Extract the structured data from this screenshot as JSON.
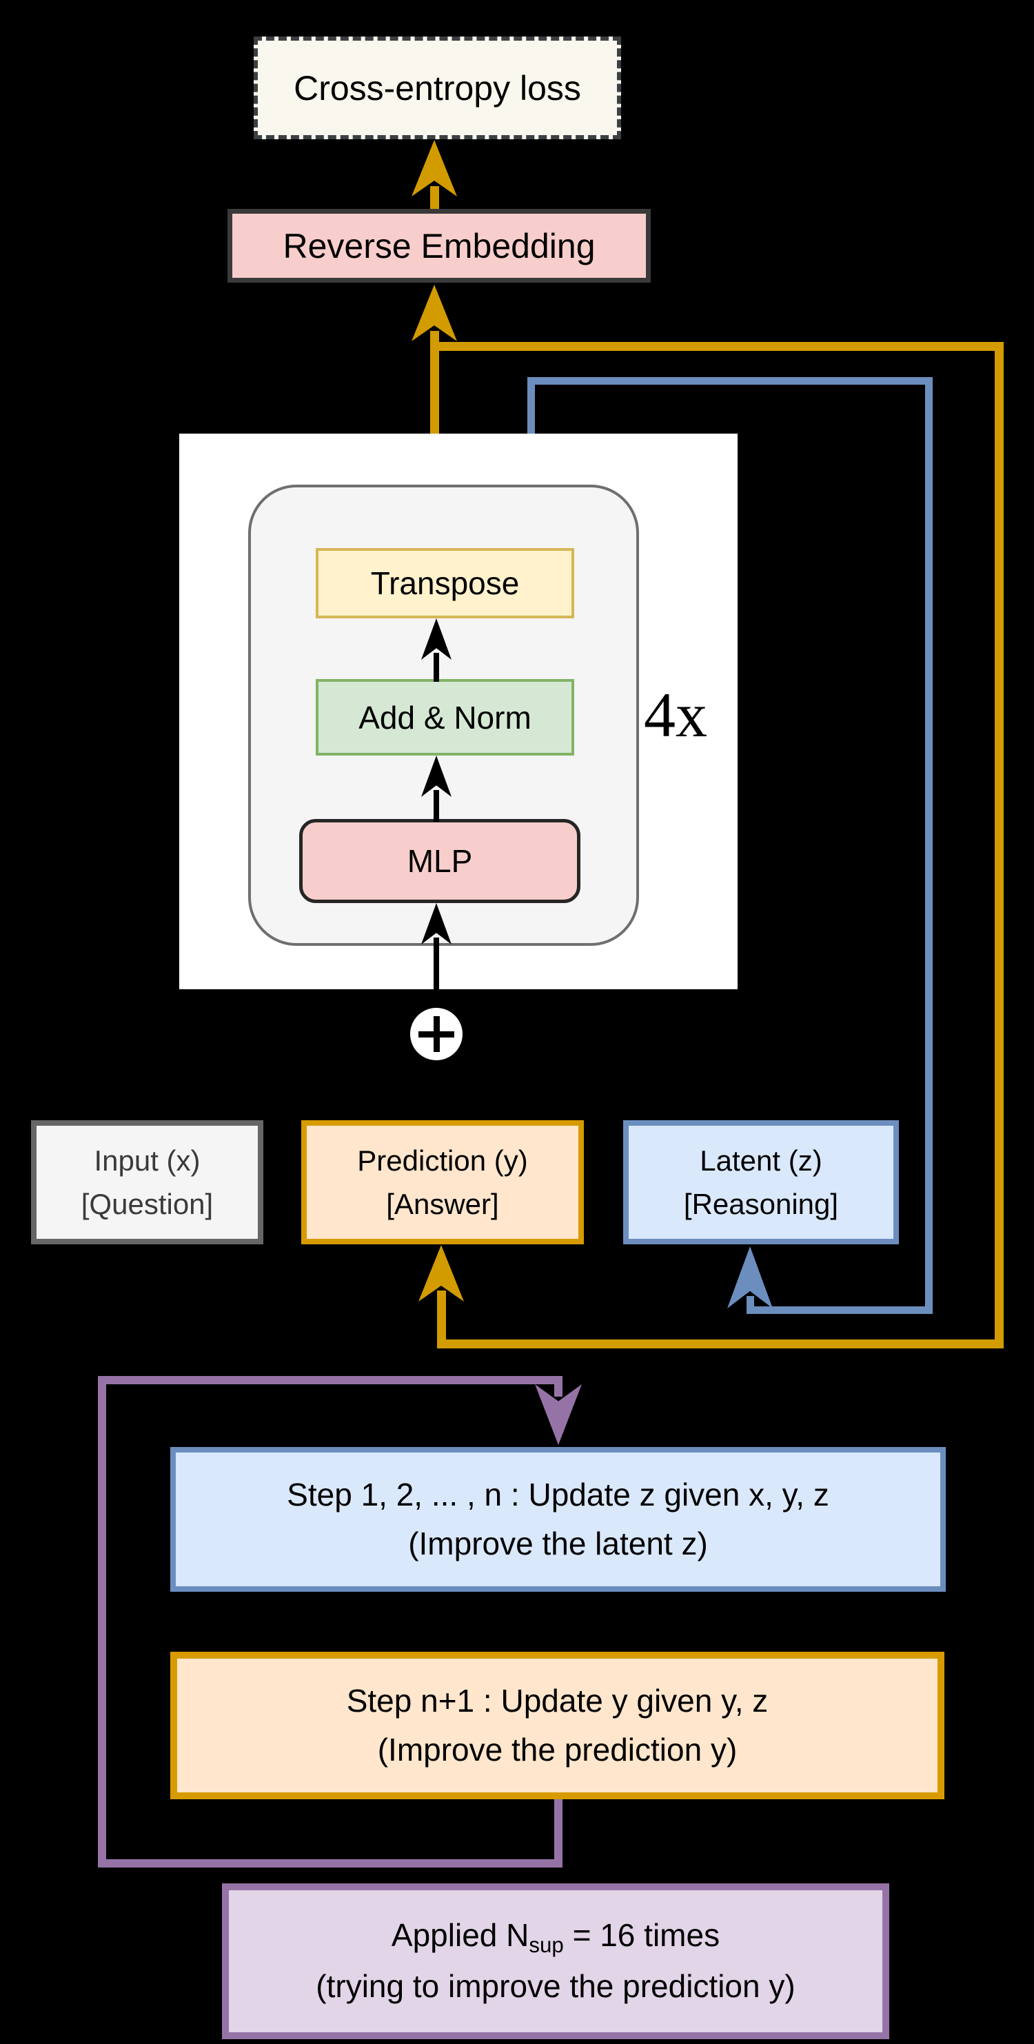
{
  "colors": {
    "gold": "#D29B00",
    "gold-border": "#D79B00",
    "blue": "#6C8EBF",
    "purple": "#9673A6",
    "blue-fill": "#DAE8FC",
    "orange-fill": "#FFE6CC",
    "purple-fill": "#E1D5E7",
    "pink-fill": "#F8CECC",
    "yellow-fill": "#FFF2CC",
    "green-fill": "#D5E8D4",
    "green-border": "#82B366",
    "yellow-border": "#D6B656",
    "gray-fill": "#F5F5F5",
    "gray-border": "#666666",
    "cream": "#F9F7EE",
    "dark": "#3A3A3A"
  },
  "loss_box": {
    "label": "Cross-entropy loss"
  },
  "reverse_embedding": {
    "label": "Reverse Embedding"
  },
  "core_block": {
    "transpose": "Transpose",
    "add_norm": "Add & Norm",
    "mlp": "MLP",
    "repeat_label": "4x"
  },
  "state_boxes": [
    {
      "line1": "Input (x)",
      "line2": "[Question]"
    },
    {
      "line1": "Prediction (y)",
      "line2": "[Answer]"
    },
    {
      "line1": "Latent (z)",
      "line2": "[Reasoning]"
    }
  ],
  "step_boxes": [
    {
      "line1": "Step 1, 2, ... , n : Update z given x, y, z",
      "line2": "(Improve the latent z)"
    },
    {
      "line1": "Step n+1 : Update y given y, z",
      "line2": "(Improve the prediction y)"
    }
  ],
  "applied_box": {
    "prefix": "Applied N",
    "subscript": "sup",
    "suffix": " = 16 times",
    "line2": "(trying to improve the prediction y)"
  }
}
